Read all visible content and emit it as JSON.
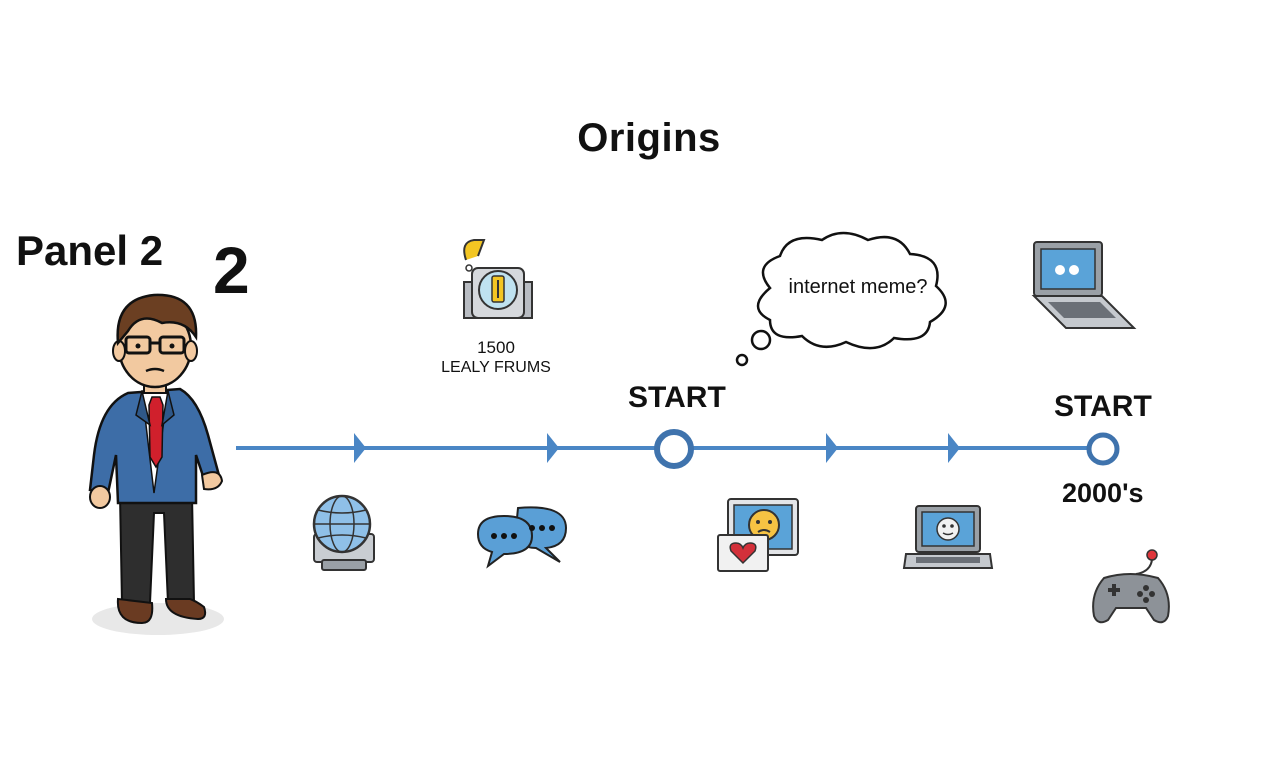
{
  "title": "Origins",
  "panel": {
    "label": "Panel 2",
    "number": "2"
  },
  "timeline": {
    "start_marker_label": "START",
    "end_marker_label": "START",
    "end_era_label": "2000's",
    "line_color": "#4a86c5",
    "marker_color": "#3f73ad"
  },
  "forum_note": {
    "count": "1500",
    "name": "LEALY FRUMS"
  },
  "thought_bubble": {
    "text": "internet meme?"
  },
  "icons": [
    "person-presenter",
    "vintage-computer",
    "globe",
    "chat-bubbles",
    "thought-cloud",
    "laptop",
    "emoji-photo",
    "laptop-face",
    "game-controller"
  ]
}
